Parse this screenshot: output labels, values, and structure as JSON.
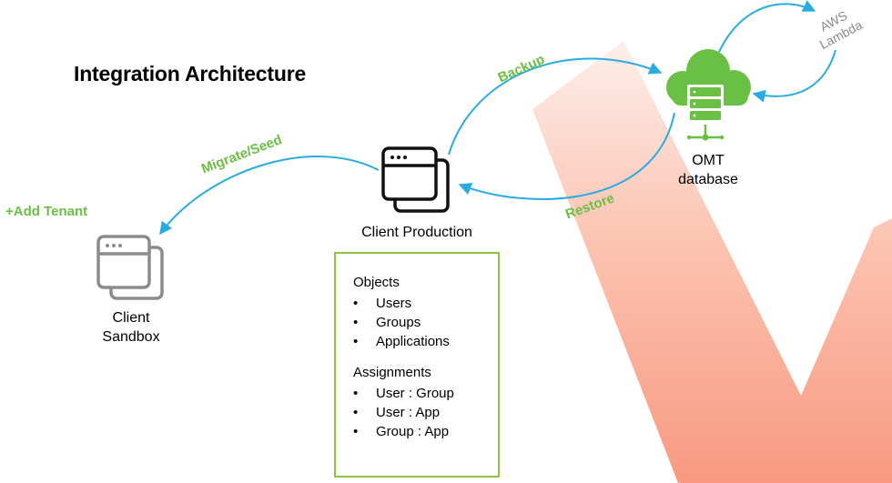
{
  "title": "Integration Architecture",
  "nodes": {
    "sandbox": {
      "label_line1": "Client",
      "label_line2": "Sandbox"
    },
    "production": {
      "label": "Client Production"
    },
    "database": {
      "label_line1": "OMT",
      "label_line2": "database"
    },
    "lambda": {
      "label_line1": "AWS",
      "label_line2": "Lambda"
    }
  },
  "flows": {
    "add_tenant": "+Add Tenant",
    "migrate": "Migrate/Seed",
    "backup": "Backup",
    "restore": "Restore"
  },
  "details": {
    "objects_title": "Objects",
    "objects": [
      "Users",
      "Groups",
      "Applications"
    ],
    "assignments_title": "Assignments",
    "assignments": [
      "User : Group",
      "User : App",
      "Group : App"
    ]
  },
  "colors": {
    "arrow": "#29abe2",
    "flow_label": "#6abf45",
    "cloud": "#6abf45",
    "box_border": "#8cc63f",
    "sandbox_icon": "#8c8c8c",
    "production_icon": "#111111"
  }
}
